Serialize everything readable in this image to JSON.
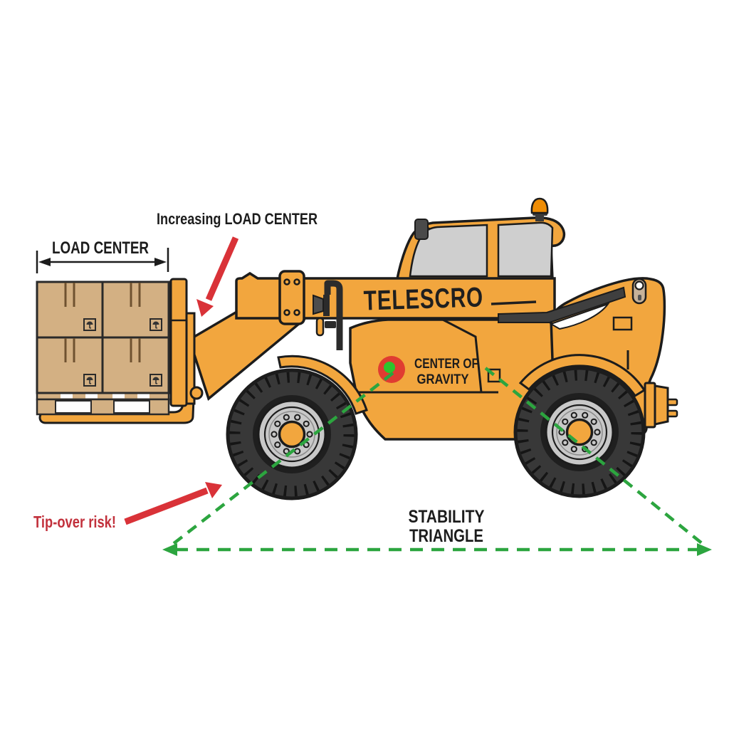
{
  "diagram": {
    "title": "Telehandler load center and stability triangle diagram",
    "labels": {
      "load_center": "LOAD CENTER",
      "increasing_load_center": "Increasing LOAD CENTER",
      "brand": "TELESCRO",
      "center_of_gravity_line1": "CENTER OF",
      "center_of_gravity_line2": "GRAVITY",
      "stability_line1": "STABILITY",
      "stability_line2": "TRIANGLE",
      "tip_over": "Tip-over risk!"
    },
    "colors": {
      "background": "#FFFFFF",
      "body_orange": "#F2A63E",
      "beacon_orange": "#EF8D05",
      "box_tan": "#D3B083",
      "window_gray": "#CFCFCF",
      "tire_dark": "#383838",
      "rim_gray": "#C8C8C8",
      "outline": "#1C1C1C",
      "triangle_green": "#2CA53F",
      "arrow_red": "#D93238",
      "tip_over_red": "#C2313C",
      "cog_red": "#E03C31",
      "cog_green": "#2DC52D"
    }
  }
}
